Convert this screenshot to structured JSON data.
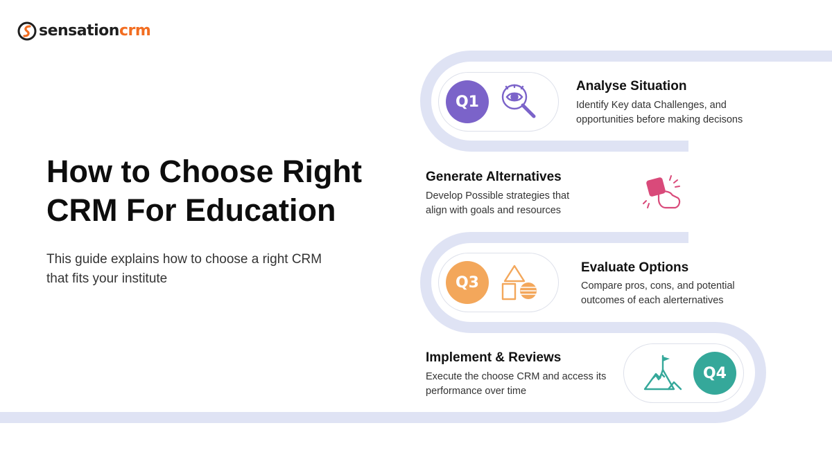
{
  "brand": {
    "name_part1": "sensation",
    "name_part2": "crm",
    "colors": {
      "orange": "#f26d21",
      "dark": "#1f1f1f"
    }
  },
  "hero": {
    "title": "How to Choose Right CRM For Education",
    "subtitle": "This guide explains how to choose a right CRM that fits your institute"
  },
  "steps": [
    {
      "badge": "Q1",
      "icon": "eye-magnifier-icon",
      "color": "#7b63c9",
      "title": "Analyse Situation",
      "desc": "Identify Key data Challenges, and opportunities before making decisons"
    },
    {
      "badge": "",
      "icon": "puzzle-hand-icon",
      "color": "#d94a7a",
      "title": "Generate Alternatives",
      "desc": "Develop Possible strategies that align with goals and resources"
    },
    {
      "badge": "Q3",
      "icon": "shapes-icon",
      "color": "#f3a75b",
      "title": "Evaluate Options",
      "desc": "Compare pros, cons, and potential outcomes of each alerternatives"
    },
    {
      "badge": "Q4",
      "icon": "mountain-flag-icon",
      "color": "#35a89a",
      "title": "Implement & Reviews",
      "desc": "Execute the choose CRM and access its performance over time"
    }
  ],
  "track_color": "#dfe3f4"
}
